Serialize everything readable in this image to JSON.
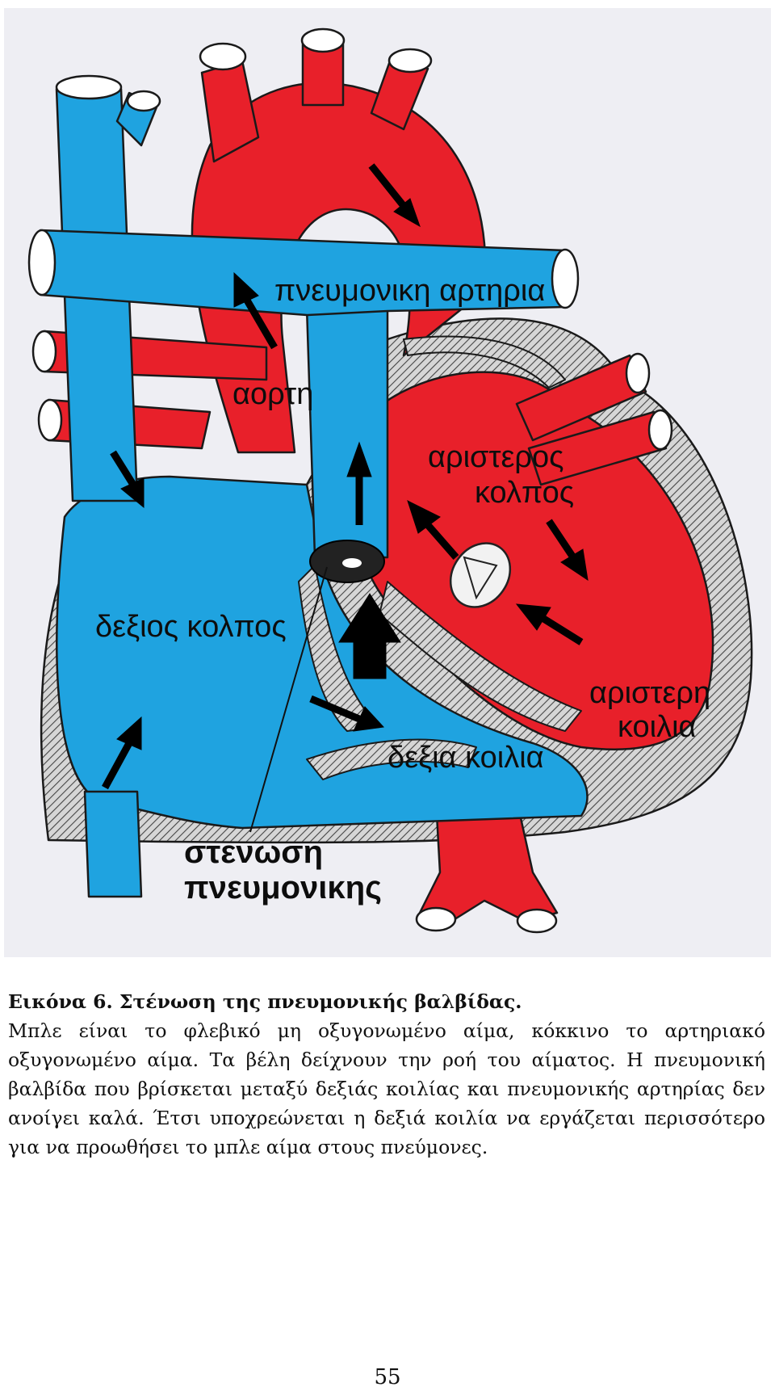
{
  "figure": {
    "labels": {
      "pulmonary_artery": "πνευμονικη αρτηρια",
      "aorta": "αορτη",
      "left_atrium_line1": "αριστερος",
      "left_atrium_line2": "κολπος",
      "right_atrium": "δεξιος κολπος",
      "left_ventricle_line1": "αριστερη",
      "left_ventricle_line2": "κοιλια",
      "right_ventricle": "δεξια κοιλια",
      "stenosis_line1": "στενωση",
      "stenosis_line2": "πνευμονικης"
    },
    "colors": {
      "venous_blue": "#1fa3e0",
      "arterial_red": "#e8202a",
      "wall_gray": "#c9c9c9",
      "background": "#eeeef3"
    },
    "icons": [
      "flow-arrow",
      "stenotic-valve",
      "mitral-valve"
    ]
  },
  "caption": {
    "title": "Εικόνα 6. Στένωση της πνευμονικής βαλβίδας.",
    "body": "Μπλε είναι το φλεβικό μη οξυγονωμένο αίμα, κόκκινο το αρτηριακό οξυγονωμένο αίμα. Τα βέλη δείχνουν την ροή του αίματος. Η πνευμονική βαλβίδα που βρίσκεται μεταξύ δεξιάς κοιλίας και πνευμονικής αρτηρίας δεν ανοίγει καλά. Έτσι υποχρεώνεται η δεξιά κοιλία να εργάζεται περισσότερο για να προωθήσει το μπλε αίμα στους πνεύμονες."
  },
  "page_number": "55"
}
